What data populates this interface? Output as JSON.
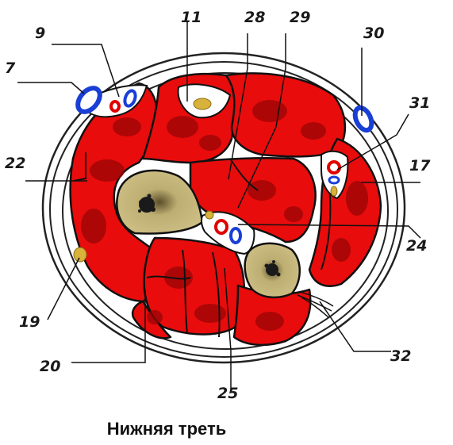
{
  "caption": "Нижняя треть",
  "labels": [
    "9",
    "11",
    "28",
    "29",
    "30",
    "7",
    "31",
    "22",
    "17",
    "24",
    "19",
    "20",
    "25",
    "32"
  ],
  "colors": {
    "muscle": "#e80c0c",
    "muscle_dark": "#9a0404",
    "bone": "#c9b979",
    "vein": "#1a3fd6",
    "artery": "#e00000",
    "nerve": "#d8b23a",
    "outline": "#111111"
  }
}
